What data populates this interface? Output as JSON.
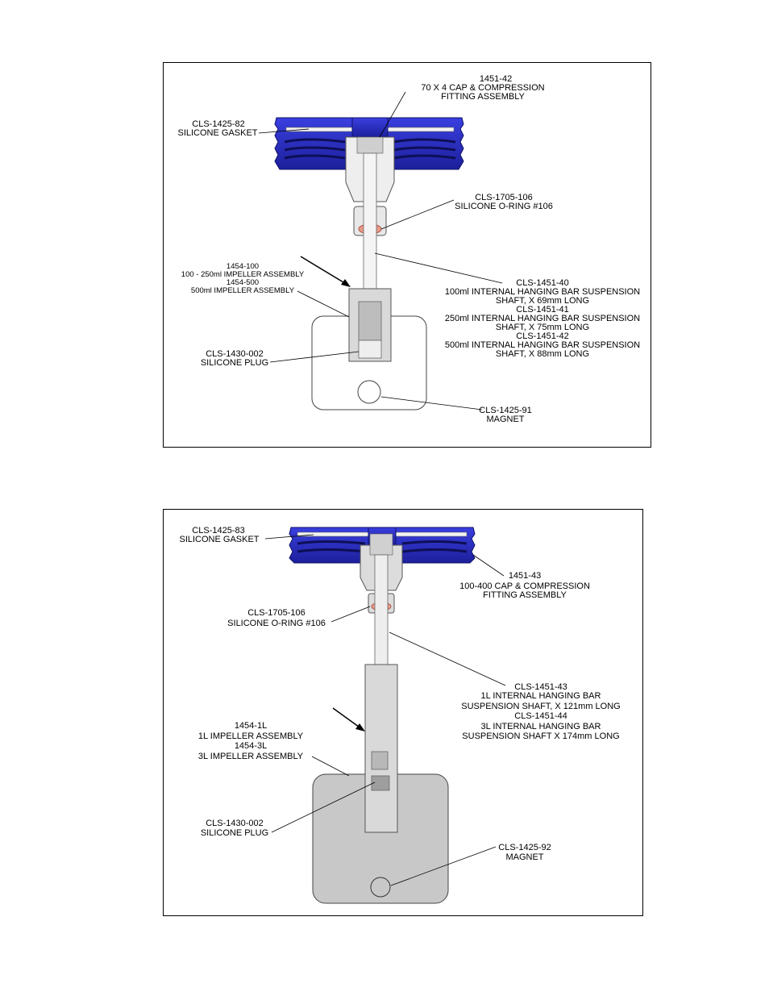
{
  "colors": {
    "cap_blue": "#2b2fc8",
    "cap_dark": "#1a1d8a",
    "oring": "#e89a8a",
    "gray_fill": "#c8c8c8",
    "shaft_fill": "#e6e6e6"
  },
  "diagram1": {
    "cap_part": "1451-42",
    "cap_desc1": "70 X 4 CAP & COMPRESSION",
    "cap_desc2": "FITTING ASSEMBLY",
    "gasket_part": "CLS-1425-82",
    "gasket_desc": "SILICONE GASKET",
    "oring_part": "CLS-1705-106",
    "oring_desc": "SILICONE O-RING #106",
    "impeller_part1": "1454-100",
    "impeller_desc1": "100 - 250ml IMPELLER ASSEMBLY",
    "impeller_part2": "1454-500",
    "impeller_desc2": "500ml IMPELLER ASSEMBLY",
    "shaft_part1": "CLS-1451-40",
    "shaft_desc1a": "100ml INTERNAL HANGING BAR SUSPENSION",
    "shaft_desc1b": "SHAFT, X 69mm LONG",
    "shaft_part2": "CLS-1451-41",
    "shaft_desc2a": "250ml INTERNAL HANGING BAR SUSPENSION",
    "shaft_desc2b": "SHAFT, X 75mm LONG",
    "shaft_part3": "CLS-1451-42",
    "shaft_desc3a": "500ml INTERNAL HANGING BAR SUSPENSION",
    "shaft_desc3b": "SHAFT, X 88mm LONG",
    "plug_part": "CLS-1430-002",
    "plug_desc": "SILICONE PLUG",
    "magnet_part": "CLS-1425-91",
    "magnet_desc": "MAGNET"
  },
  "diagram2": {
    "gasket_part": "CLS-1425-83",
    "gasket_desc": "SILICONE GASKET",
    "cap_part": "1451-43",
    "cap_desc1": "100-400 CAP & COMPRESSION",
    "cap_desc2": "FITTING ASSEMBLY",
    "oring_part": "CLS-1705-106",
    "oring_desc": "SILICONE O-RING #106",
    "shaft_part1": "CLS-1451-43",
    "shaft_desc1a": "1L INTERNAL HANGING BAR",
    "shaft_desc1b": "SUSPENSION SHAFT, X 121mm LONG",
    "shaft_part2": "CLS-1451-44",
    "shaft_desc2a": "3L INTERNAL HANGING BAR",
    "shaft_desc2b": "SUSPENSION SHAFT X 174mm LONG",
    "impeller_part1": "1454-1L",
    "impeller_desc1": "1L IMPELLER ASSEMBLY",
    "impeller_part2": "1454-3L",
    "impeller_desc2": "3L IMPELLER ASSEMBLY",
    "plug_part": "CLS-1430-002",
    "plug_desc": "SILICONE PLUG",
    "magnet_part": "CLS-1425-92",
    "magnet_desc": "MAGNET"
  }
}
